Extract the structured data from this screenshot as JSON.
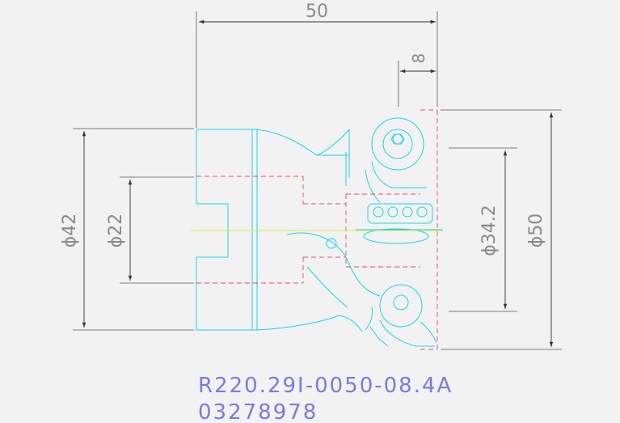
{
  "dimensions": {
    "overall_length": "50",
    "insert_offset": "8",
    "shank_diameter": "ϕ42",
    "bore_diameter": "ϕ22",
    "inner_cut_diameter": "ϕ34.2",
    "cutting_diameter": "ϕ50"
  },
  "part_number": "R220.29I-0050-08.4A",
  "order_code": "03278978",
  "colors": {
    "background": "#f2f2f2",
    "outline": "#19d3e8",
    "hidden_lines": "#e05050",
    "centerline": "#e6e63a",
    "dimension": "#555555",
    "text": "#7a7ae0"
  }
}
